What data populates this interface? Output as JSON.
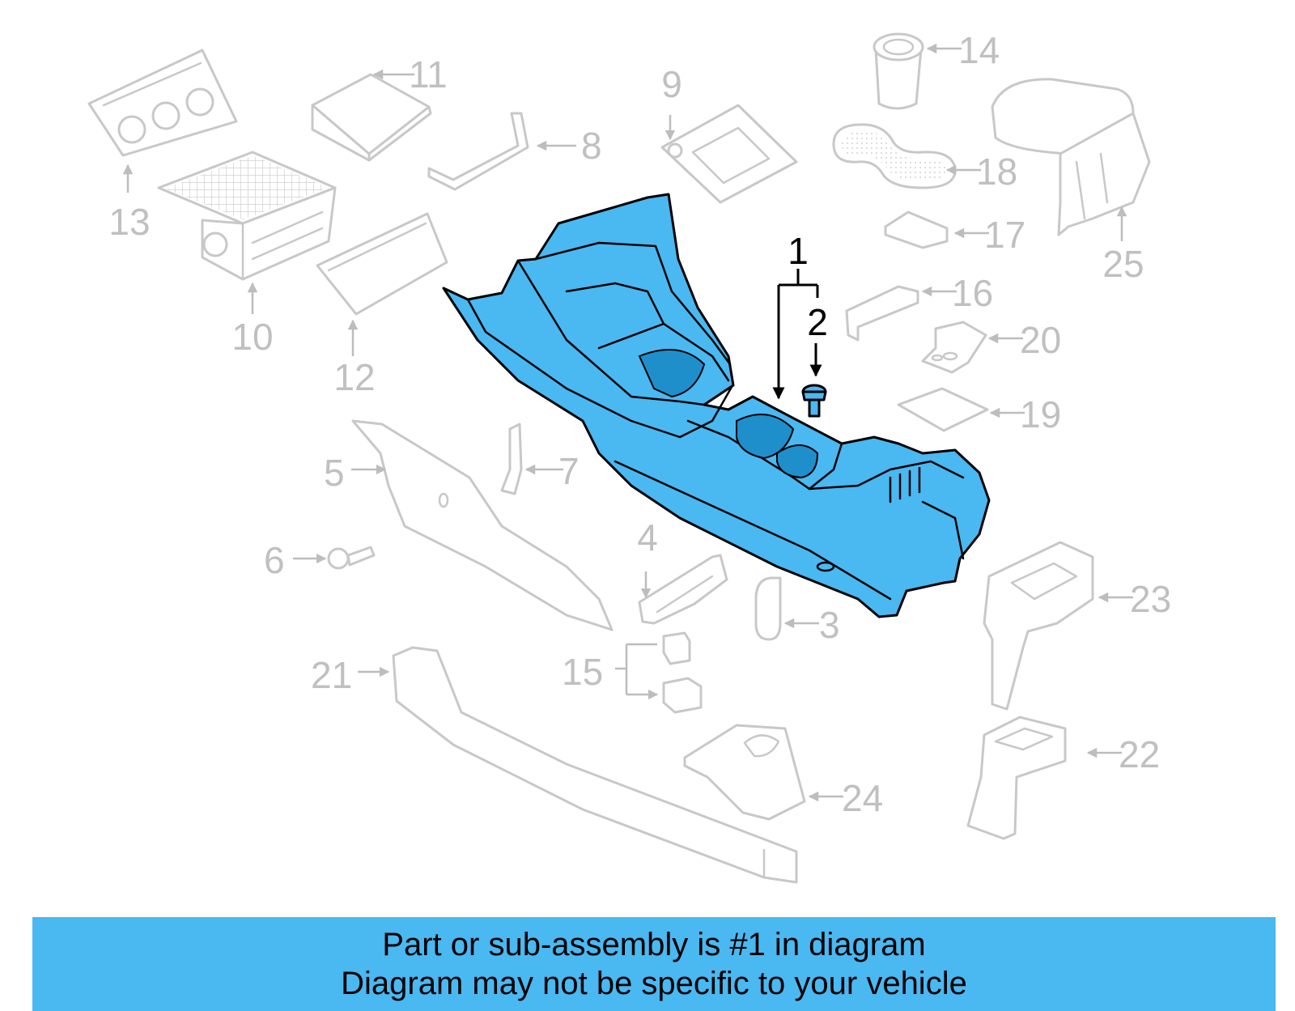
{
  "footer": {
    "line1": "Part or sub-assembly is #1 in diagram",
    "line2": "Diagram may not be specific to your vehicle"
  },
  "callouts": {
    "c1": "1",
    "c2": "2",
    "c3": "3",
    "c4": "4",
    "c5": "5",
    "c6": "6",
    "c7": "7",
    "c8": "8",
    "c9": "9",
    "c10": "10",
    "c11": "11",
    "c12": "12",
    "c13": "13",
    "c14": "14",
    "c15": "15",
    "c16": "16",
    "c17": "17",
    "c18": "18",
    "c19": "19",
    "c20": "20",
    "c21": "21",
    "c22": "22",
    "c23": "23",
    "c24": "24",
    "c25": "25"
  },
  "colors": {
    "highlight": "#4ab8f1",
    "faded_part": "#c8c8c8",
    "faded_label": "#c0c0c0"
  }
}
